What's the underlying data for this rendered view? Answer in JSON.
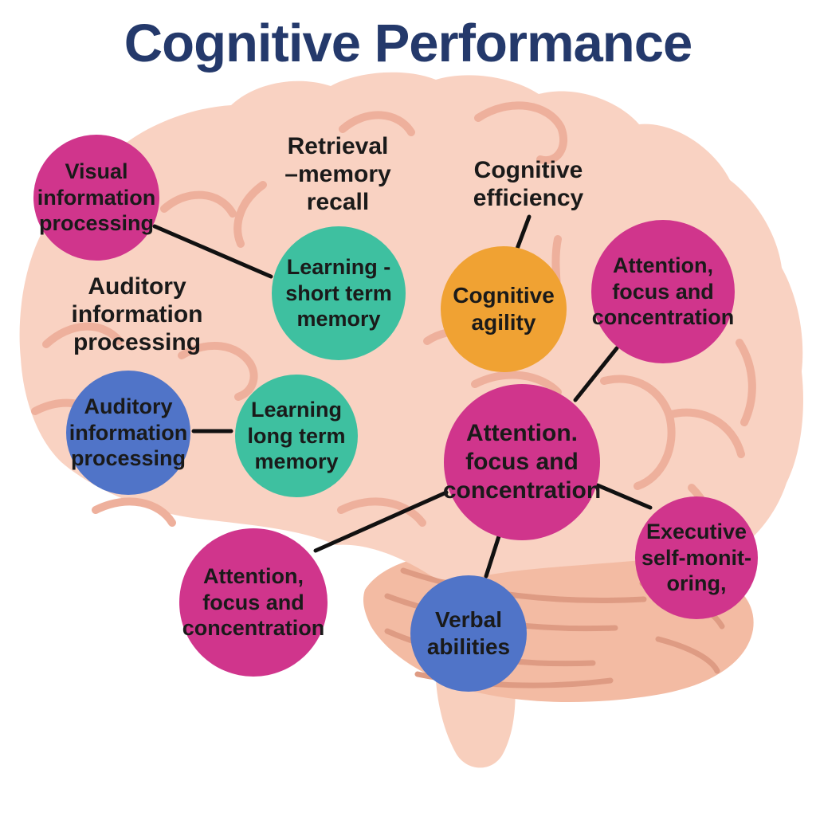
{
  "title": "Cognitive Performance",
  "colors": {
    "magenta": "#d0358c",
    "teal": "#3ec0a0",
    "orange": "#f0a233",
    "blue": "#5074c8",
    "title_navy": "#24396b",
    "connector_black": "#111111",
    "brain_light": "#f9d2c2",
    "brain_fold": "#eeb09c",
    "cerebellum": "#f3bba3",
    "cerebellum_line": "#de9b83",
    "stem": "#f8cfbd"
  },
  "nodes": [
    {
      "id": "visual-information-processing",
      "label": "Visual\ninformation\nprocessing",
      "color": "magenta"
    },
    {
      "id": "learning-short-term-memory",
      "label": "Learning -\nshort term\nmemory",
      "color": "teal"
    },
    {
      "id": "cognitive-agility",
      "label": "Cognitive\nagility",
      "color": "orange"
    },
    {
      "id": "attention-focus-concentration-right",
      "label": "Attention,\nfocus and\nconcentration",
      "color": "magenta"
    },
    {
      "id": "auditory-information-processing",
      "label": "Auditory\ninformation\nprocessing",
      "color": "blue"
    },
    {
      "id": "learning-long-term-memory",
      "label": "Learning\nlong term\nmemory",
      "color": "teal"
    },
    {
      "id": "attention-focus-concentration-center",
      "label": "Attention.\nfocus and\nconcentration",
      "color": "magenta"
    },
    {
      "id": "executive-self-monitoring",
      "label": "Executive\nself-monit-\noring,",
      "color": "magenta"
    },
    {
      "id": "attention-focus-concentration-lower-left",
      "label": "Attention,\nfocus and\nconcentration",
      "color": "magenta"
    },
    {
      "id": "verbal-abilities",
      "label": "Verbal\nabilities",
      "color": "blue"
    }
  ],
  "annotations": [
    {
      "id": "retrieval-memory-recall",
      "label": "Retrieval\n–memory\nrecall"
    },
    {
      "id": "cognitive-efficiency",
      "label": "Cognitive\nefficiency"
    },
    {
      "id": "auditory-information-processing-label",
      "label": "Auditory\ninformation\nprocessing"
    }
  ],
  "edges": [
    {
      "from": "visual-information-processing",
      "to": "learning-short-term-memory"
    },
    {
      "from": "cognitive-efficiency",
      "to": "cognitive-agility"
    },
    {
      "from": "attention-focus-concentration-right",
      "to": "attention-focus-concentration-center"
    },
    {
      "from": "attention-focus-concentration-center",
      "to": "attention-focus-concentration-lower-left"
    },
    {
      "from": "attention-focus-concentration-center",
      "to": "verbal-abilities"
    },
    {
      "from": "attention-focus-concentration-center",
      "to": "executive-self-monitoring"
    },
    {
      "from": "auditory-information-processing",
      "to": "learning-long-term-memory"
    }
  ]
}
